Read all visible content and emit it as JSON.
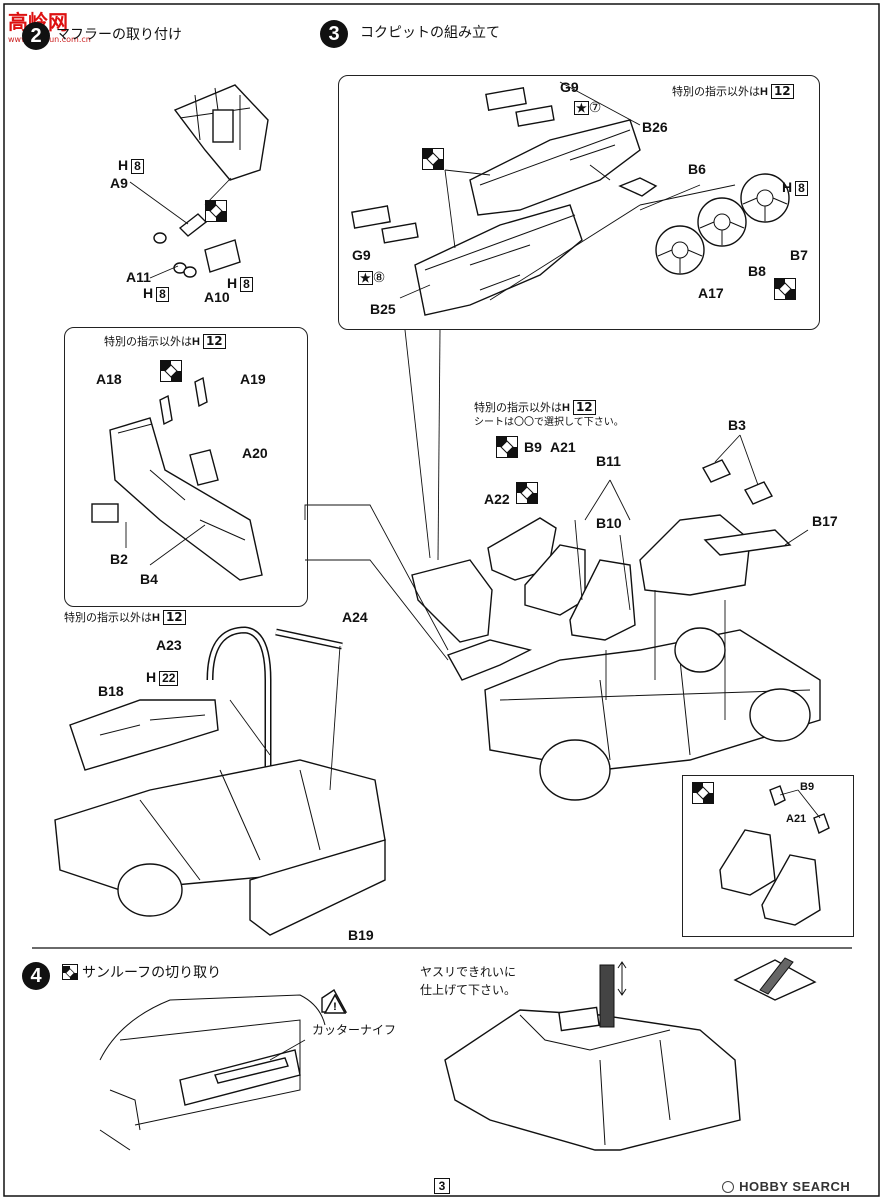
{
  "header": {
    "logo_text": "高岭网",
    "logo_sub": "www.geoyun.com.cn"
  },
  "step2": {
    "number": "2",
    "title": "マフラーの取り付け",
    "labels": {
      "a9": "A9",
      "a11": "A11",
      "a10": "A10",
      "h8a": "H",
      "h8a_num": "8",
      "h8b": "H",
      "h8b_num": "8",
      "h8c": "H",
      "h8c_num": "8"
    }
  },
  "step3": {
    "number": "3",
    "title": "コクピットの組み立て",
    "note_prefix": "特別の指示以外は",
    "note_h": "H",
    "note_num": "12",
    "labels": {
      "g9a": "G9",
      "g9b": "G9",
      "star7": "⑦",
      "star8": "⑧",
      "b26": "B26",
      "b25": "B25",
      "b6": "B6",
      "b7": "B7",
      "b8": "B8",
      "a17": "A17",
      "h8": "H",
      "h8_num": "8"
    }
  },
  "console": {
    "note_prefix": "特別の指示以外は",
    "note_h": "H",
    "note_num": "12",
    "labels": {
      "a18": "A18",
      "a19": "A19",
      "a20": "A20",
      "b2": "B2",
      "b4": "B4"
    }
  },
  "seats": {
    "note_prefix": "特別の指示以外は",
    "note_h": "H",
    "note_num": "12",
    "note2": "シートは〇〇で選択して下さい。",
    "labels": {
      "b9": "B9",
      "a21": "A21",
      "a22": "A22",
      "b11": "B11",
      "b10": "B10",
      "b3": "B3",
      "b17": "B17"
    }
  },
  "rollbar": {
    "note_prefix": "特別の指示以外は",
    "note_h": "H",
    "note_num": "12",
    "labels": {
      "a24": "A24",
      "a23": "A23",
      "b18": "B18",
      "h22": "H",
      "h22_num": "22",
      "b19": "B19"
    }
  },
  "inset": {
    "labels": {
      "b9": "B9",
      "a21": "A21"
    }
  },
  "step4": {
    "number": "4",
    "title": "サンルーフの切り取り",
    "knife": "カッターナイフ",
    "file_note_line1": "ヤスリできれいに",
    "file_note_line2": "仕上げて下さい。"
  },
  "footer": {
    "page": "3",
    "watermark": "HOBBY SEARCH"
  }
}
